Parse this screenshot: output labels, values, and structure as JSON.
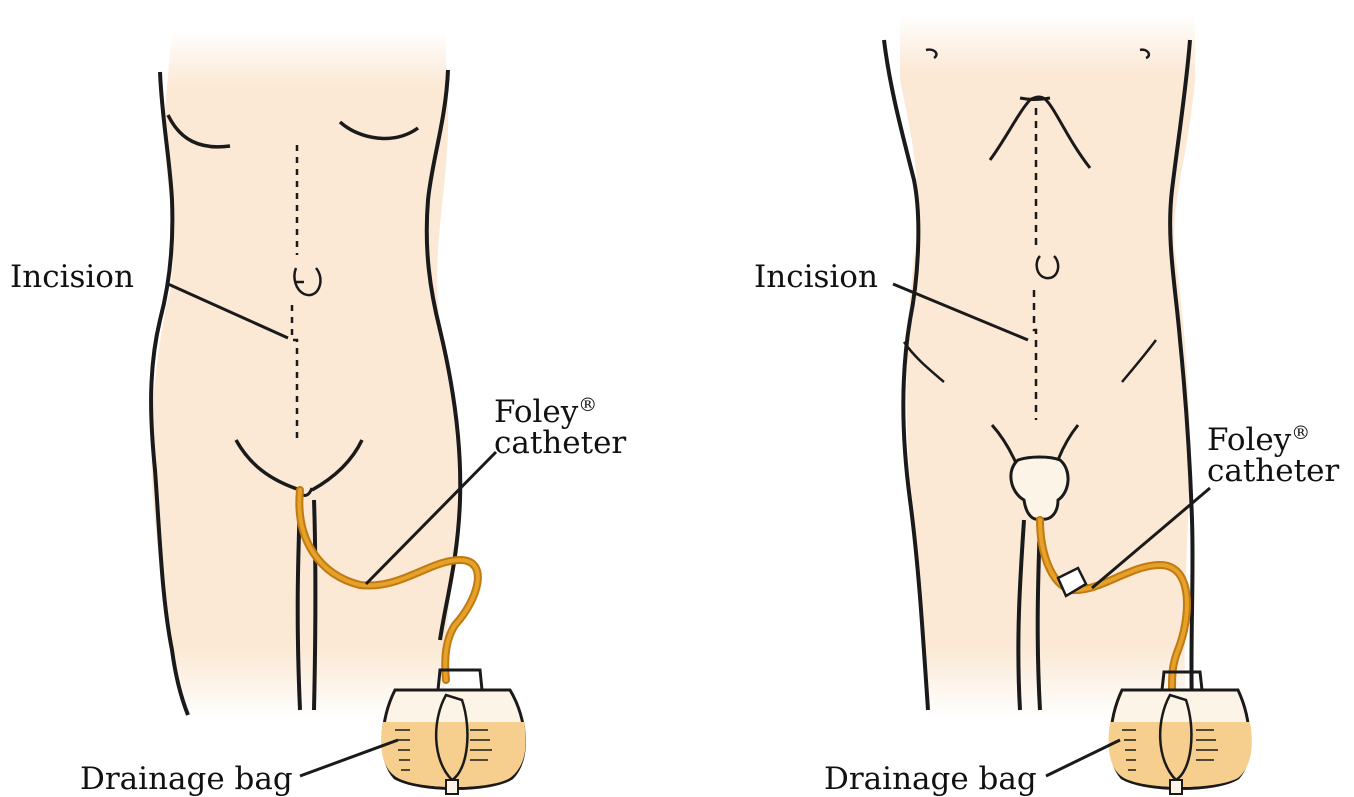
{
  "colors": {
    "skin": "#fbe9d6",
    "outline": "#1a1a1a",
    "tube": "#e6a12a",
    "tube_dark": "#c07a10",
    "urine": "#f6cf8e",
    "bag": "#fdf4e8"
  },
  "female": {
    "incision_label": "Incision",
    "foley_label_line1": "Foley",
    "foley_reg": "®",
    "foley_label_line2": "catheter",
    "drainage_label": "Drainage bag"
  },
  "male": {
    "incision_label": "Incision",
    "foley_label_line1": "Foley",
    "foley_reg": "®",
    "foley_label_line2": "catheter",
    "drainage_label": "Drainage bag"
  }
}
